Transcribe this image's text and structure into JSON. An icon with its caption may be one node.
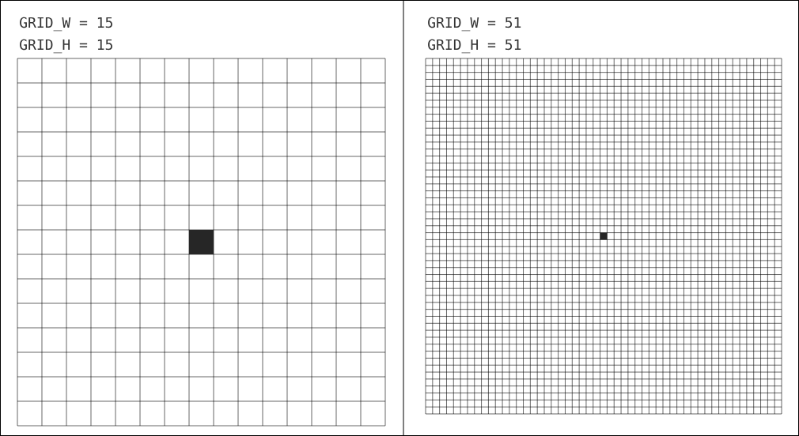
{
  "diagram": {
    "labels": [
      "GRID_W = 15",
      "GRID_H = 15",
      "GRID_W = 51",
      "GRID_H = 51"
    ]
  }
}
